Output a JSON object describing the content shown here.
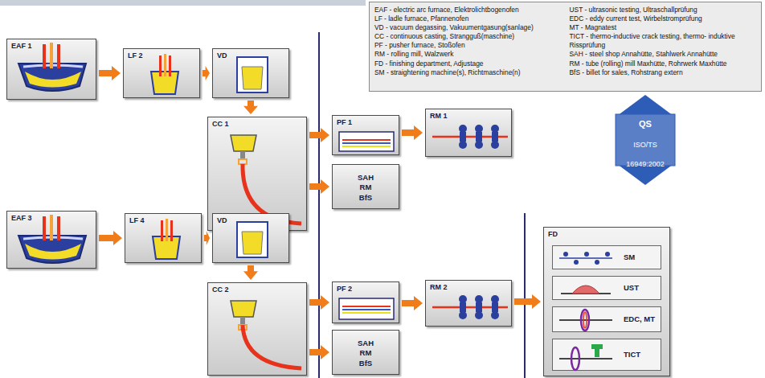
{
  "diagram": {
    "nodes": [
      {
        "text": [
          "EAF 1"
        ]
      },
      {
        "text": [
          "LF 2"
        ]
      },
      {
        "text": [
          "VD"
        ]
      },
      {
        "text": [
          "CC 1"
        ]
      },
      {
        "text": [
          "PF 1"
        ]
      },
      {
        "text": [
          "RM 1"
        ]
      },
      {
        "text": [
          "SAH RM BfS"
        ]
      },
      {
        "text": [
          "EAF 3"
        ]
      },
      {
        "text": [
          "LF 4"
        ]
      },
      {
        "text": [
          "VD"
        ]
      },
      {
        "text": [
          "CC 2"
        ]
      },
      {
        "text": [
          "PF 2"
        ]
      },
      {
        "text": [
          "RM 2"
        ]
      },
      {
        "text": [
          "SAH RM BfS"
        ]
      },
      {
        "text": [
          "FD"
        ]
      },
      {
        "text": [
          "SM"
        ],
        "in": 14
      },
      {
        "text": [
          "UST"
        ],
        "in": 14
      },
      {
        "text": [
          "EDC, MT"
        ],
        "in": 14
      },
      {
        "text": [
          "TICT"
        ],
        "in": 14
      },
      {
        "text": [
          "EAF - electric arc furnace, Elektrolichtbogenofen",
          "LF - ladle furnace, Pfannenofen",
          "VD - vacuum degassing, Vakuumentgasung(sanlage)",
          "CC - continuous casting, Strangguß(maschine)",
          "PF - pusher furnace, Stoßofen",
          "RM - rolling mill, Walzwerk",
          "FD - finishing department, Adjustage",
          "SM - straightening machine(s), Richtmaschine(n)",
          "UST - ultrasonic testing, Ultraschallprüfung",
          "EDC - eddy current test, Wirbelstromprüfung",
          "MT - Magnatest",
          "TICT - thermo-inductive crack testing, thermo- induktive Rissprüfung",
          "SAH - steel shop Annahütte, Stahlwerk Annahütte",
          "RM - tube (rolling) mill Maxhütte, Rohrwerk Maxhütte",
          "BfS - billet for sales, Rohstrang extern"
        ]
      },
      {
        "text": [
          "QS",
          "ISO/TS",
          "16949:2002"
        ]
      }
    ],
    "edges": [
      {
        "from": 0,
        "to": 1,
        "arrow": "to"
      },
      {
        "from": 1,
        "to": 2,
        "arrow": "to"
      },
      {
        "from": 2,
        "to": 3,
        "arrow": "to"
      },
      {
        "from": 3,
        "to": 4,
        "arrow": "to"
      },
      {
        "from": 4,
        "to": 5,
        "arrow": "to"
      },
      {
        "from": 3,
        "to": 6,
        "arrow": "to"
      },
      {
        "from": 7,
        "to": 8,
        "arrow": "to"
      },
      {
        "from": 8,
        "to": 9,
        "arrow": "to"
      },
      {
        "from": 9,
        "to": 10,
        "arrow": "to"
      },
      {
        "from": 10,
        "to": 11,
        "arrow": "to"
      },
      {
        "from": 11,
        "to": 12,
        "arrow": "to"
      },
      {
        "from": 10,
        "to": 13,
        "arrow": "to"
      },
      {
        "from": 12,
        "to": 14,
        "arrow": "to"
      }
    ]
  }
}
